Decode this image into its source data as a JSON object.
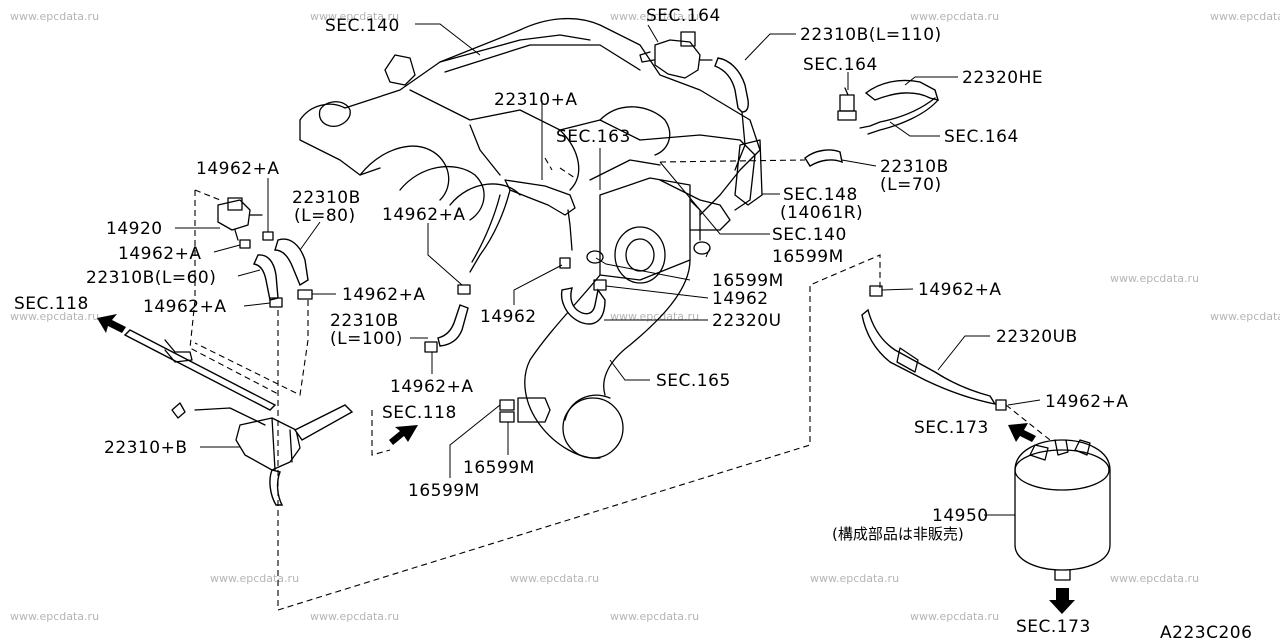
{
  "watermark": "www.epcdata.ru",
  "diagram_code": "A223C206",
  "labels": {
    "sec140_top": "SEC.140",
    "sec164_top": "SEC.164",
    "p22310b_l110": "22310B(L=110)",
    "sec164_mid": "SEC.164",
    "p22320he": "22320HE",
    "p22310_a_top": "22310+A",
    "sec164_right": "SEC.164",
    "sec163": "SEC.163",
    "p22310b_l70": "22310B",
    "p22310b_l70_len": "(L=70)",
    "p14962a_1": "14962+A",
    "sec148": "SEC.148",
    "sec148_sub": "(14061R)",
    "p22310b_l80": "22310B",
    "p22310b_l80_len": "(L=80)",
    "p14962a_2": "14962+A",
    "p14920": "14920",
    "sec140_mid": "SEC.140",
    "p14962a_3": "14962+A",
    "p16599m_1": "16599M",
    "p22310b_l60": "22310B(L=60)",
    "p16599m_2": "16599M",
    "p14962a_4": "14962+A",
    "p14962a_right": "14962+A",
    "sec118_left": "SEC.118",
    "p14962_1": "14962",
    "p14962a_5": "14962+A",
    "p14962_2": "14962",
    "p22320u": "22320U",
    "p22310b_l100": "22310B",
    "p22310b_l100_len": "(L=100)",
    "p22320ub": "22320UB",
    "sec165": "SEC.165",
    "p14962a_6": "14962+A",
    "p14962a_7": "14962+A",
    "sec118_mid": "SEC.118",
    "sec173_right": "SEC.173",
    "p22310_b": "22310+B",
    "p16599m_3": "16599M",
    "p16599m_4": "16599M",
    "p14950": "14950",
    "p14950_note": "(構成部品は非販売)",
    "sec173_bottom": "SEC.173"
  }
}
